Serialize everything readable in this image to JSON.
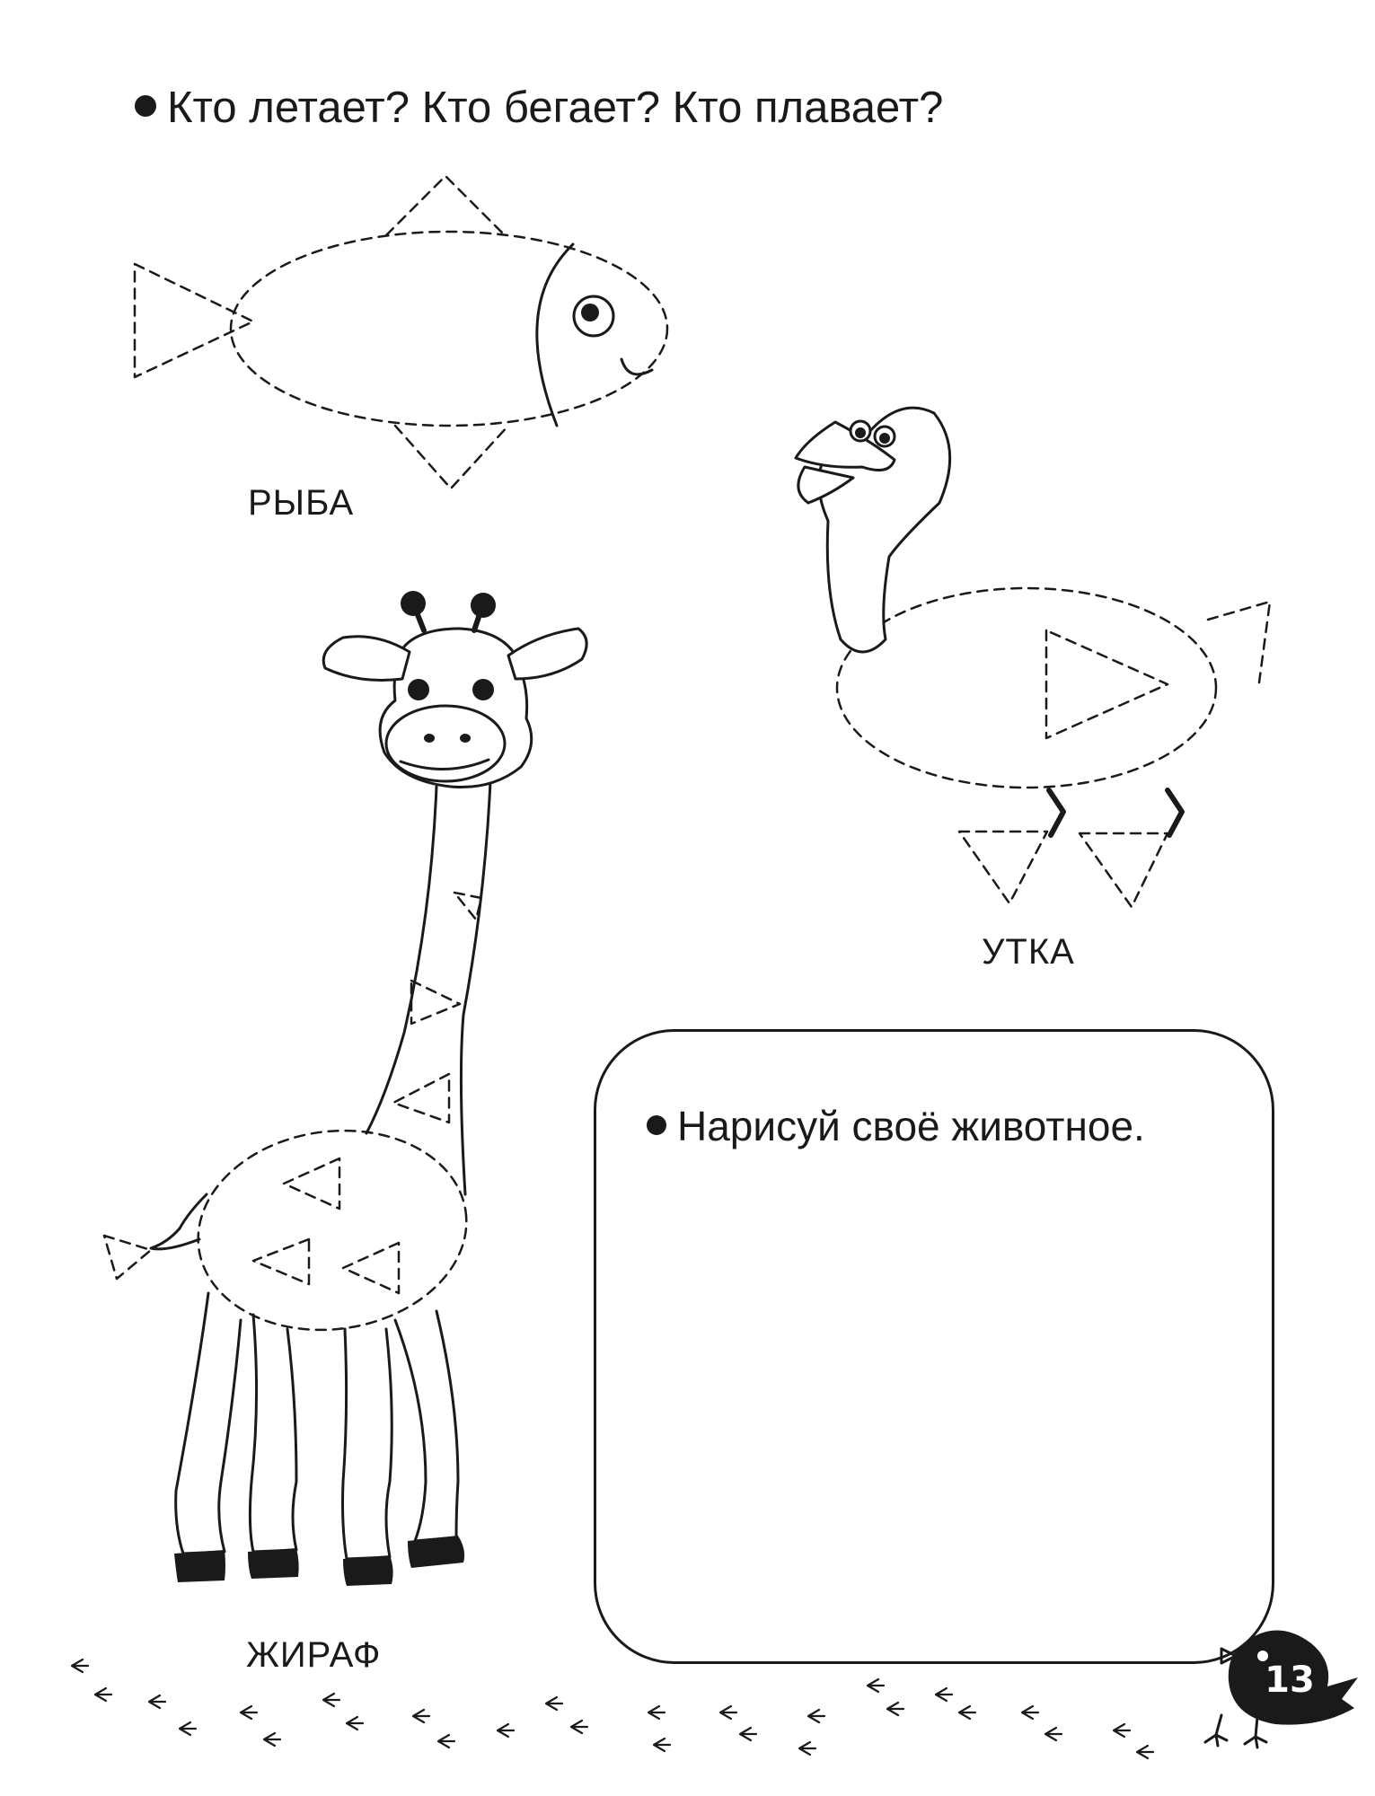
{
  "heading": "Кто летает? Кто бегает? Кто плавает?",
  "labels": {
    "fish": "РЫБА",
    "duck": "УТКА",
    "giraffe": "ЖИРАФ"
  },
  "draw_box": {
    "title": "Нарисуй своё животное."
  },
  "page_number": "13",
  "colors": {
    "ink": "#1a1a1a",
    "paper": "#ffffff"
  }
}
